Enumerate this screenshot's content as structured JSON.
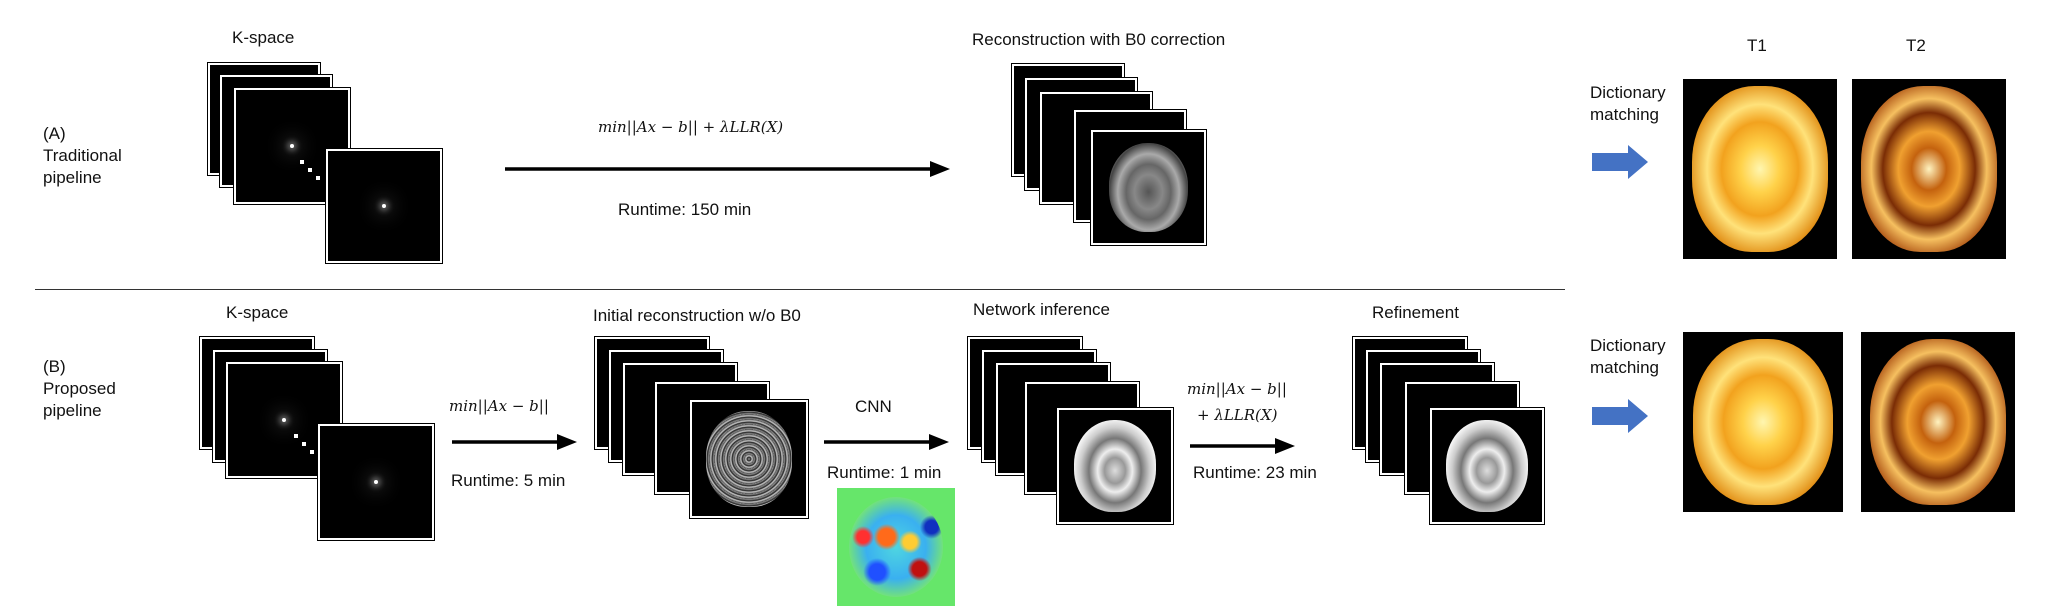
{
  "row_a": {
    "label_letter": "(A)",
    "label_line1": "Traditional",
    "label_line2": "pipeline",
    "kspace_title": "K-space",
    "equation": "min||Ax − b|| + λLLR(X)",
    "runtime": "Runtime: 150 min",
    "recon_title": "Reconstruction with B0 correction",
    "dict_line1": "Dictionary",
    "dict_line2": "matching",
    "t1_label": "T1",
    "t2_label": "T2"
  },
  "row_b": {
    "label_letter": "(B)",
    "label_line1": "Proposed",
    "label_line2": "pipeline",
    "kspace_title": "K-space",
    "equation1": "min||Ax − b||",
    "runtime1": "Runtime: 5 min",
    "initial_title": "Initial reconstruction w/o B0",
    "cnn_label": "CNN",
    "runtime2": "Runtime: 1 min",
    "network_title": "Network inference",
    "equation2_line1": "min||Ax − b||",
    "equation2_line2": "+ λLLR(X)",
    "runtime3": "Runtime: 23 min",
    "refinement_title": "Refinement",
    "dict_line1": "Dictionary",
    "dict_line2": "matching"
  },
  "colors": {
    "arrow_black": "#000000",
    "dict_arrow_blue": "#4472c4",
    "divider": "#333333"
  }
}
